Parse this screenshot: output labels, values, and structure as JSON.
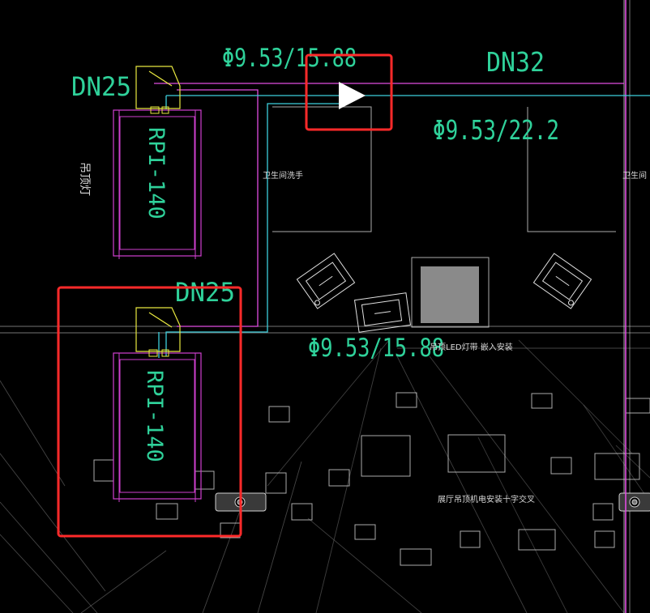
{
  "colors": {
    "background": "#000000",
    "pipe_magenta": "#e04ce0",
    "pipe_cyan": "#3ccfdc",
    "label_green": "#2fd19a",
    "outline_yellow": "#e8e840",
    "highlight_red": "#ff2a2a",
    "line_grey": "#9a9a9a",
    "wall_white": "#d8d8d8",
    "fill_grey": "#8a8a8a"
  },
  "labels": {
    "pipe_top_left": "Φ9.53/15.88",
    "pipe_main": "DN32",
    "pipe_right": "Φ9.53/22.2",
    "drain_upper": "DN25",
    "drain_lower": "DN25",
    "pipe_bottom": "Φ9.53/15.88"
  },
  "units": [
    {
      "label": "RPI-140"
    },
    {
      "label": "RPI-140"
    }
  ],
  "texts": {
    "side_upper": "吊顶灯",
    "room_mid": "卫生间洗手",
    "room_right": "卫生间",
    "led_note": "吊顶LED灯带 嵌入安装",
    "floor_note": "展厅吊顶机电安装十字交叉"
  },
  "icons": {
    "flow_direction": "play-arrow-icon"
  }
}
